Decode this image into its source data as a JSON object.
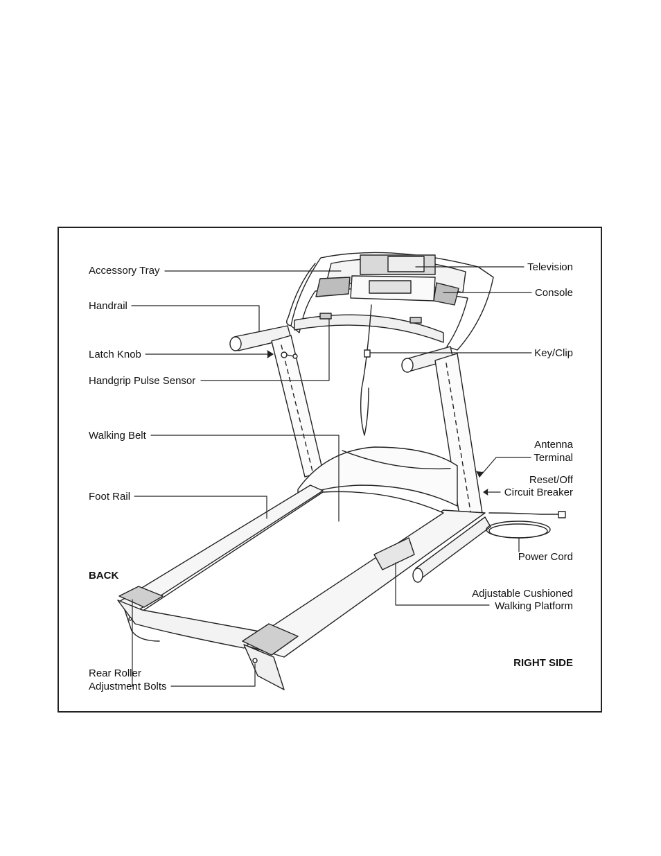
{
  "labels": {
    "accessory_tray": "Accessory Tray",
    "handrail": "Handrail",
    "latch_knob": "Latch Knob",
    "handgrip_pulse_sensor": "Handgrip Pulse Sensor",
    "walking_belt": "Walking Belt",
    "foot_rail": "Foot Rail",
    "back": "BACK",
    "rear_roller_1": "Rear Roller",
    "rear_roller_2": "Adjustment Bolts",
    "television": "Television",
    "console": "Console",
    "key_clip": "Key/Clip",
    "antenna_1": "Antenna",
    "antenna_2": "Terminal",
    "reset_1": "Reset/Off",
    "reset_2": "Circuit Breaker",
    "power_cord": "Power Cord",
    "platform_1": "Adjustable Cushioned",
    "platform_2": "Walking Platform",
    "right_side": "RIGHT SIDE"
  }
}
